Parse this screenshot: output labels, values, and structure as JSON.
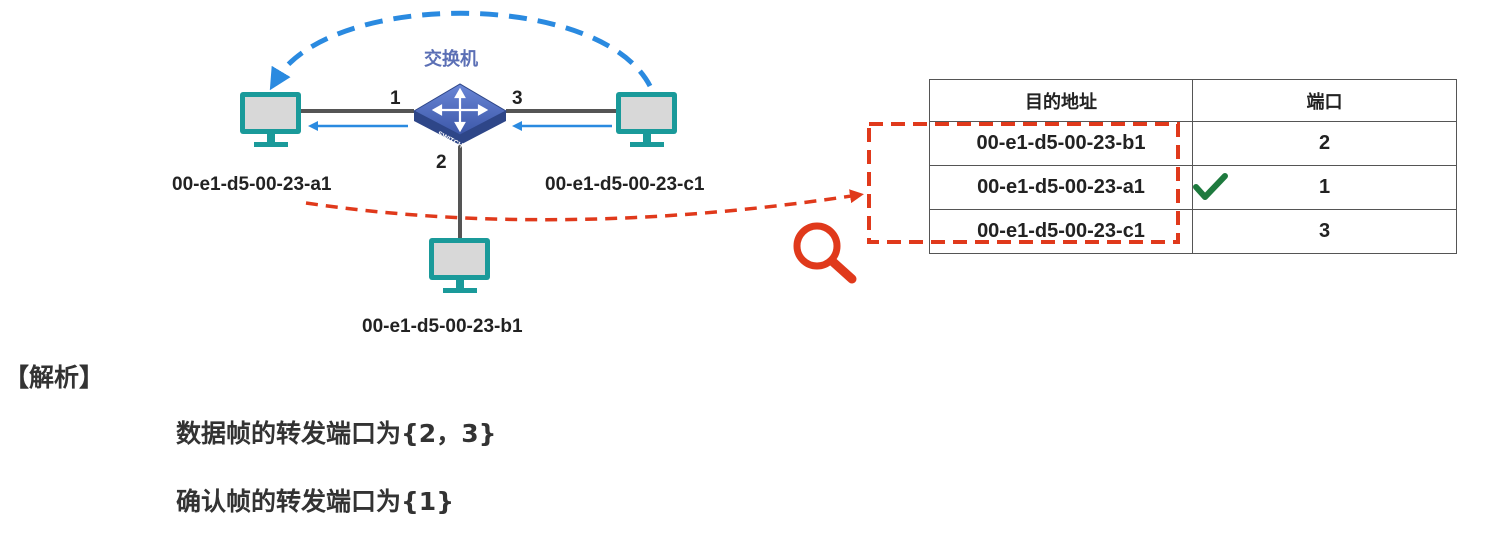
{
  "switch": {
    "title": "交换机",
    "badge": "SWITCH"
  },
  "hosts": {
    "a": {
      "mac": "00-e1-d5-00-23-a1"
    },
    "b": {
      "mac": "00-e1-d5-00-23-b1"
    },
    "c": {
      "mac": "00-e1-d5-00-23-c1"
    }
  },
  "ports": {
    "p1": "1",
    "p2": "2",
    "p3": "3"
  },
  "table": {
    "headers": [
      "目的地址",
      "端口"
    ],
    "rows": [
      {
        "address": "00-e1-d5-00-23-b1",
        "port": "2",
        "checked": false
      },
      {
        "address": "00-e1-d5-00-23-a1",
        "port": "1",
        "checked": true
      },
      {
        "address": "00-e1-d5-00-23-c1",
        "port": "3",
        "checked": false
      }
    ]
  },
  "analysis": {
    "title": "【解析】",
    "line1": "数据帧的转发端口为{2，3}",
    "line2": "确认帧的转发端口为{1}"
  },
  "colors": {
    "monitor": "#1a9a9a",
    "screen": "#d8d8d8",
    "link": "#555555",
    "arrow_blue": "#2a8ae0",
    "highlight_red": "#e0391b",
    "check_green": "#1e7a3e",
    "switch_blue": "#3c57a8"
  },
  "icons": [
    "monitor-icon",
    "switch-icon",
    "search-icon",
    "check-icon"
  ]
}
